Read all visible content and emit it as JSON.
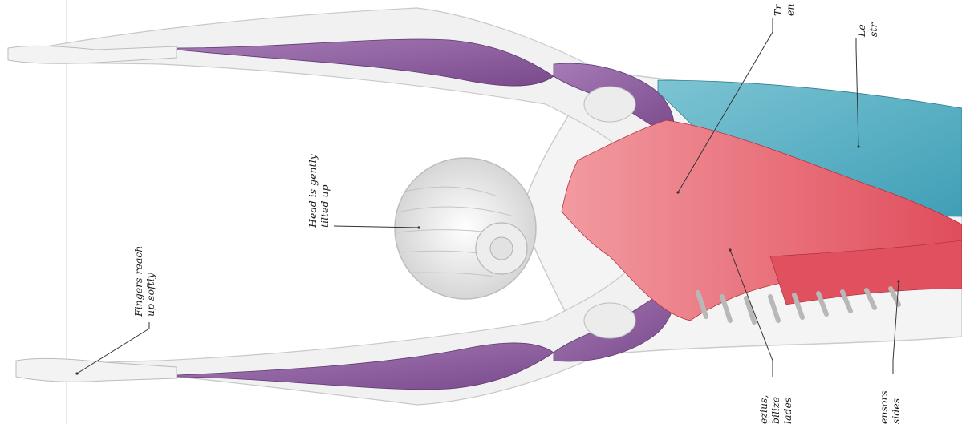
{
  "labels": {
    "head": [
      "Head is gently",
      "tilted up"
    ],
    "fingers": [
      "Fingers reach",
      "up softly"
    ],
    "trapezius_top": [
      "Tr",
      "en"
    ],
    "latissimus": [
      "Le",
      "str"
    ],
    "trapezius_bottom": [
      "ezius,",
      "bilize",
      "lades"
    ],
    "extensors": [
      "ensors",
      "sides"
    ]
  },
  "colors": {
    "upper_back_muscle": "#e8646e",
    "side_muscle": "#5bb3c6",
    "arm_muscle": "#8e5a9c",
    "bone": "#f0f0f0",
    "outline": "#c9c9c9"
  }
}
